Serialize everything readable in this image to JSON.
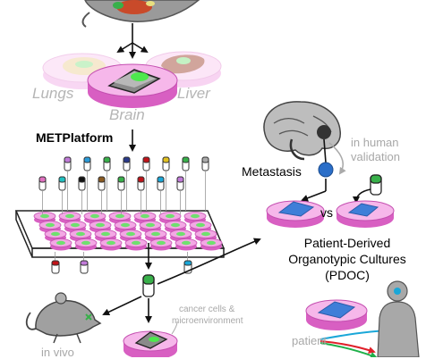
{
  "labels": {
    "lungs": "Lungs",
    "liver": "Liver",
    "brain": "Brain",
    "metplatform": "METPlatform",
    "metastasis": "Metastasis",
    "validation_line1": "in human",
    "validation_line2": "validation",
    "vs": "vs",
    "pdoc_line1": "Patient-Derived",
    "pdoc_line2": "Organotypic Cultures",
    "pdoc_line3": "(PDOC)",
    "cancer_cells_line1": "cancer cells &",
    "cancer_cells_line2": "microenvironment",
    "in_vivo": "in vivo",
    "patient": "patient"
  },
  "colors": {
    "dish_pink": "#e86fd0",
    "dish_rim": "#f6b7ea",
    "culture_green": "#7ef07e",
    "tumor_blue": "#3f7ed8",
    "arrow_black": "#111111",
    "arrow_grey": "#aaaaaa",
    "arrow_red": "#e0202a",
    "arrow_green": "#1fb04a",
    "arrow_cyan": "#1aa7d8"
  },
  "icons": {
    "mouse_top": "mouse-icon",
    "mouse_bottom": "mouse-icon",
    "brain": "brain-icon",
    "human": "human-silhouette-icon",
    "drug_vial": "vial-icon",
    "culture_plate": "multiwell-plate-icon"
  }
}
